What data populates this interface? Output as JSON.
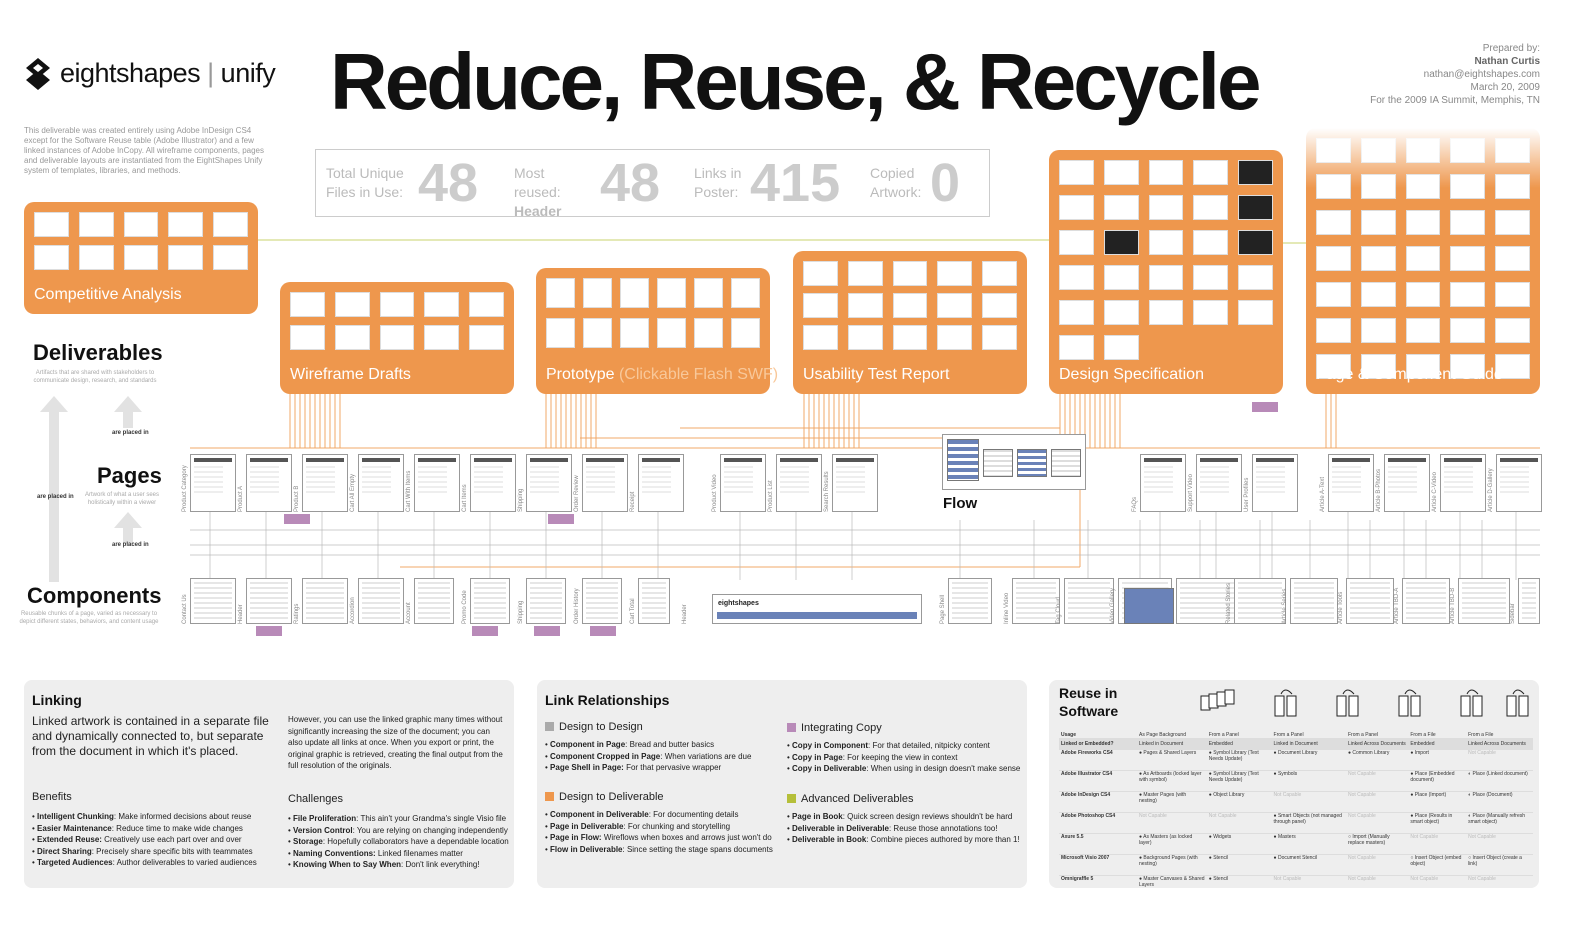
{
  "brand": {
    "name": "eightshapes",
    "product": "unify"
  },
  "intro": "This deliverable was created entirely using Adobe InDesign CS4 except for the Software Reuse table (Adobe Illustrator) and a few linked instances of Adobe InCopy. All wireframe components, pages and deliverable layouts are instantiated from the EightShapes Unify system of templates, libraries, and methods.",
  "title": "Reduce, Reuse, & Recycle",
  "prepared": {
    "label": "Prepared by:",
    "name": "Nathan Curtis",
    "email": "nathan@eightshapes.com",
    "date": "March 20, 2009",
    "event": "For the 2009 IA Summit, Memphis, TN"
  },
  "stats": [
    {
      "label1": "Total Unique",
      "label2": "Files in Use:",
      "value": "48"
    },
    {
      "label1": "Most reused:",
      "label2": "Header",
      "value": "48"
    },
    {
      "label1": "Links in",
      "label2": "Poster:",
      "value": "415"
    },
    {
      "label1": "Copied",
      "label2": "Artwork:",
      "value": "0"
    }
  ],
  "levels": {
    "deliverables": {
      "title": "Deliverables",
      "desc": "Artifacts that are shared with stakeholders to communicate design, research, and standards"
    },
    "pages": {
      "title": "Pages",
      "desc": "Artwork of what a user sees holistically within a viewer"
    },
    "components": {
      "title": "Components",
      "desc": "Reusable chunks of a page, varied as necessary to depict different states, behaviors, and content usage"
    },
    "placed_in": "are placed in"
  },
  "deliverables": [
    {
      "name": "Competitive Analysis"
    },
    {
      "name": "Wireframe Drafts"
    },
    {
      "name": "Prototype",
      "note": "(Clickable Flash SWF)"
    },
    {
      "name": "Usability Test Report"
    },
    {
      "name": "Design Specification"
    },
    {
      "name": "Page & Component Guide"
    }
  ],
  "flow_label": "Flow",
  "pages": [
    "Product Category",
    "Product A",
    "Product B",
    "Cart All Empty",
    "Cart With Items",
    "Cart Items",
    "Shipping",
    "Order Review",
    "Receipt",
    "Product Video",
    "Product List",
    "Search Results",
    "FAQs",
    "Support Video",
    "User Profiles",
    "Article A-Text",
    "Article B-Photos",
    "Article C-Video",
    "Article D-Gallery"
  ],
  "components": [
    "Contact Us",
    "Header",
    "Ratings",
    "Accordion",
    "Account",
    "Promo Code",
    "Shipping",
    "Order History",
    "Cart Total",
    "Header",
    "Page Shell",
    "Inline Video",
    "Tag Cloud",
    "Video Gallery",
    "Photo Gallery",
    "Related Stories",
    "Article Series",
    "Article Tools",
    "Article TBD-A",
    "Article TBD-B",
    "Sidebar"
  ],
  "linking": {
    "title": "Linking",
    "body": "Linked artwork is contained in a separate file and dynamically connected to, but separate from the document in which it's placed.",
    "body2": "However, you can use the linked graphic many times without significantly increasing the size of the document; you can also update all links at once. When you export or print, the original graphic is retrieved, creating the final output from the full resolution of the originals.",
    "benefits_title": "Benefits",
    "benefits": [
      {
        "k": "Intelligent Chunking",
        "v": ": Make informed decisions about reuse"
      },
      {
        "k": "Easier Maintenance",
        "v": ": Reduce time to make wide changes"
      },
      {
        "k": "Extended Reuse:",
        "v": " Creatively use each part over and over"
      },
      {
        "k": "Direct Sharing",
        "v": ": Precisely share specific bits with teammates"
      },
      {
        "k": "Targeted Audiences",
        "v": ": Author deliverables to varied audiences"
      }
    ],
    "challenges_title": "Challenges",
    "challenges": [
      {
        "k": "File Proliferation",
        "v": ": This ain't your Grandma's single Visio file"
      },
      {
        "k": "Version Control",
        "v": ": You are relying on changing independently"
      },
      {
        "k": "Storage",
        "v": ": Hopefully collaborators have a dependable location"
      },
      {
        "k": "Naming Conventions:",
        "v": " Linked filenames matter"
      },
      {
        "k": "Knowing When to Say When",
        "v": ": Don't link everything!"
      }
    ]
  },
  "relationships": {
    "title": "Link Relationships",
    "groups": [
      {
        "title": "Design to Design",
        "color": "#aaaaaa",
        "items": [
          {
            "k": "Component in Page",
            "v": ": Bread and butter basics"
          },
          {
            "k": "Component Cropped in Page",
            "v": ": When variations are due"
          },
          {
            "k": "Page Shell in Page:",
            "v": " For that pervasive wrapper"
          }
        ]
      },
      {
        "title": "Design to Deliverable",
        "color": "#ee974d",
        "items": [
          {
            "k": "Component in Deliverable",
            "v": ": For documenting details"
          },
          {
            "k": "Page in Deliverable",
            "v": ": For chunking and storytelling"
          },
          {
            "k": "Page in Flow:",
            "v": " Wireflows when boxes and arrows just won't do"
          },
          {
            "k": "Flow in Deliverable",
            "v": ": Since setting the stage spans documents"
          }
        ]
      },
      {
        "title": "Integrating Copy",
        "color": "#b88ab8",
        "items": [
          {
            "k": "Copy in Component",
            "v": ": For that detailed, nitpicky content"
          },
          {
            "k": "Copy in Page",
            "v": ": For keeping the view in context"
          },
          {
            "k": "Copy in Deliverable",
            "v": ": When using in design doesn't make sense"
          }
        ]
      },
      {
        "title": "Advanced Deliverables",
        "color": "#b5bf3a",
        "items": [
          {
            "k": "Page in Book",
            "v": ": Quick screen design reviews shouldn't be hard"
          },
          {
            "k": "Deliverable in Deliverable",
            "v": ": Reuse those annotations too!"
          },
          {
            "k": "Deliverable in Book",
            "v": ": Combine pieces authored by more than 1!"
          }
        ]
      }
    ]
  },
  "reuse": {
    "title1": "Reuse in",
    "title2": "Software",
    "usage_label": "Usage",
    "linked_label": "Linked or Embedded?",
    "usages": [
      "As Page Background",
      "From a Panel",
      "From a Panel",
      "From a Panel",
      "From a File",
      "From a File"
    ],
    "linked": [
      "Linked in Document",
      "Embedded",
      "Linked in Document",
      "Linked Across Documents",
      "Embedded",
      "Linked Across Documents"
    ],
    "rows": [
      {
        "sw": "Adobe Fireworks CS4",
        "cells": [
          "Pages & Shared Layers",
          "Symbol Library (Text Needs Update)",
          "Document Library",
          "Common Library",
          "Import",
          "Not Capable"
        ]
      },
      {
        "sw": "Adobe Illustrator CS4",
        "cells": [
          "As Artboards (locked layer with symbol)",
          "Symbol Library (Text Needs Update)",
          "Symbols",
          "Not Capable",
          "Place (Embedded document)",
          "Place (Linked document)"
        ]
      },
      {
        "sw": "Adobe InDesign CS4",
        "cells": [
          "Master Pages (with nesting)",
          "Object Library",
          "Not Capable",
          "Not Capable",
          "Place (Import)",
          "Place (Document)"
        ]
      },
      {
        "sw": "Adobe Photoshop CS4",
        "cells": [
          "Not Capable",
          "Not Capable",
          "Smart Objects (not managed through panel)",
          "Not Capable",
          "Place (Results in smart object)",
          "Place (Manually refresh smart object)"
        ]
      },
      {
        "sw": "Axure 5.5",
        "cells": [
          "As Masters (as locked layer)",
          "Widgets",
          "Masters",
          "Import (Manually replace masters)",
          "Not Capable",
          "Not Capable"
        ]
      },
      {
        "sw": "Microsoft Visio 2007",
        "cells": [
          "Background Pages (with nesting)",
          "Stencil",
          "Document Stencil",
          "Not Capable",
          "Insert Object (embed object)",
          "Insert Object (create a link)"
        ]
      },
      {
        "sw": "Omnigraffle 5",
        "cells": [
          "Master Canvases & Shared Layers",
          "Stencil",
          "Not Capable",
          "Not Capable",
          "Not Capable",
          "Not Capable"
        ]
      }
    ]
  },
  "colors": {
    "orange": "#ee974d",
    "purple": "#b88ab8",
    "olive": "#b5bf3a",
    "gray": "#aaaaaa"
  }
}
